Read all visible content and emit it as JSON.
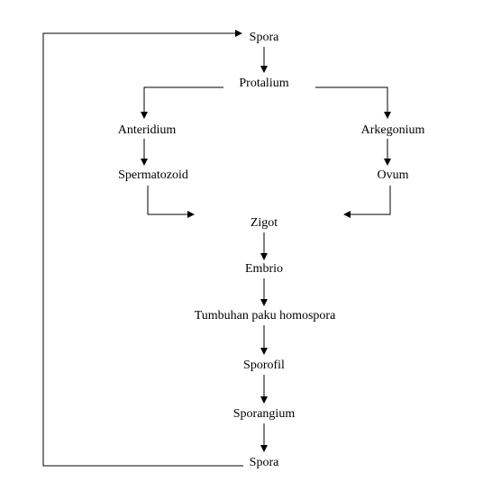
{
  "nodes": {
    "spora_top": "Spora",
    "protalium": "Protalium",
    "anteridium": "Anteridium",
    "arkegonium": "Arkegonium",
    "spermatozoid": "Spermatozoid",
    "ovum": "Ovum",
    "zigot": "Zigot",
    "embrio": "Embrio",
    "tumbuhan": "Tumbuhan paku homospora",
    "sporofil": "Sporofil",
    "sporangium": "Sporangium",
    "spora_bottom": "Spora"
  },
  "colors": {
    "line": "#000000",
    "text": "#000000",
    "background": "#ffffff"
  }
}
